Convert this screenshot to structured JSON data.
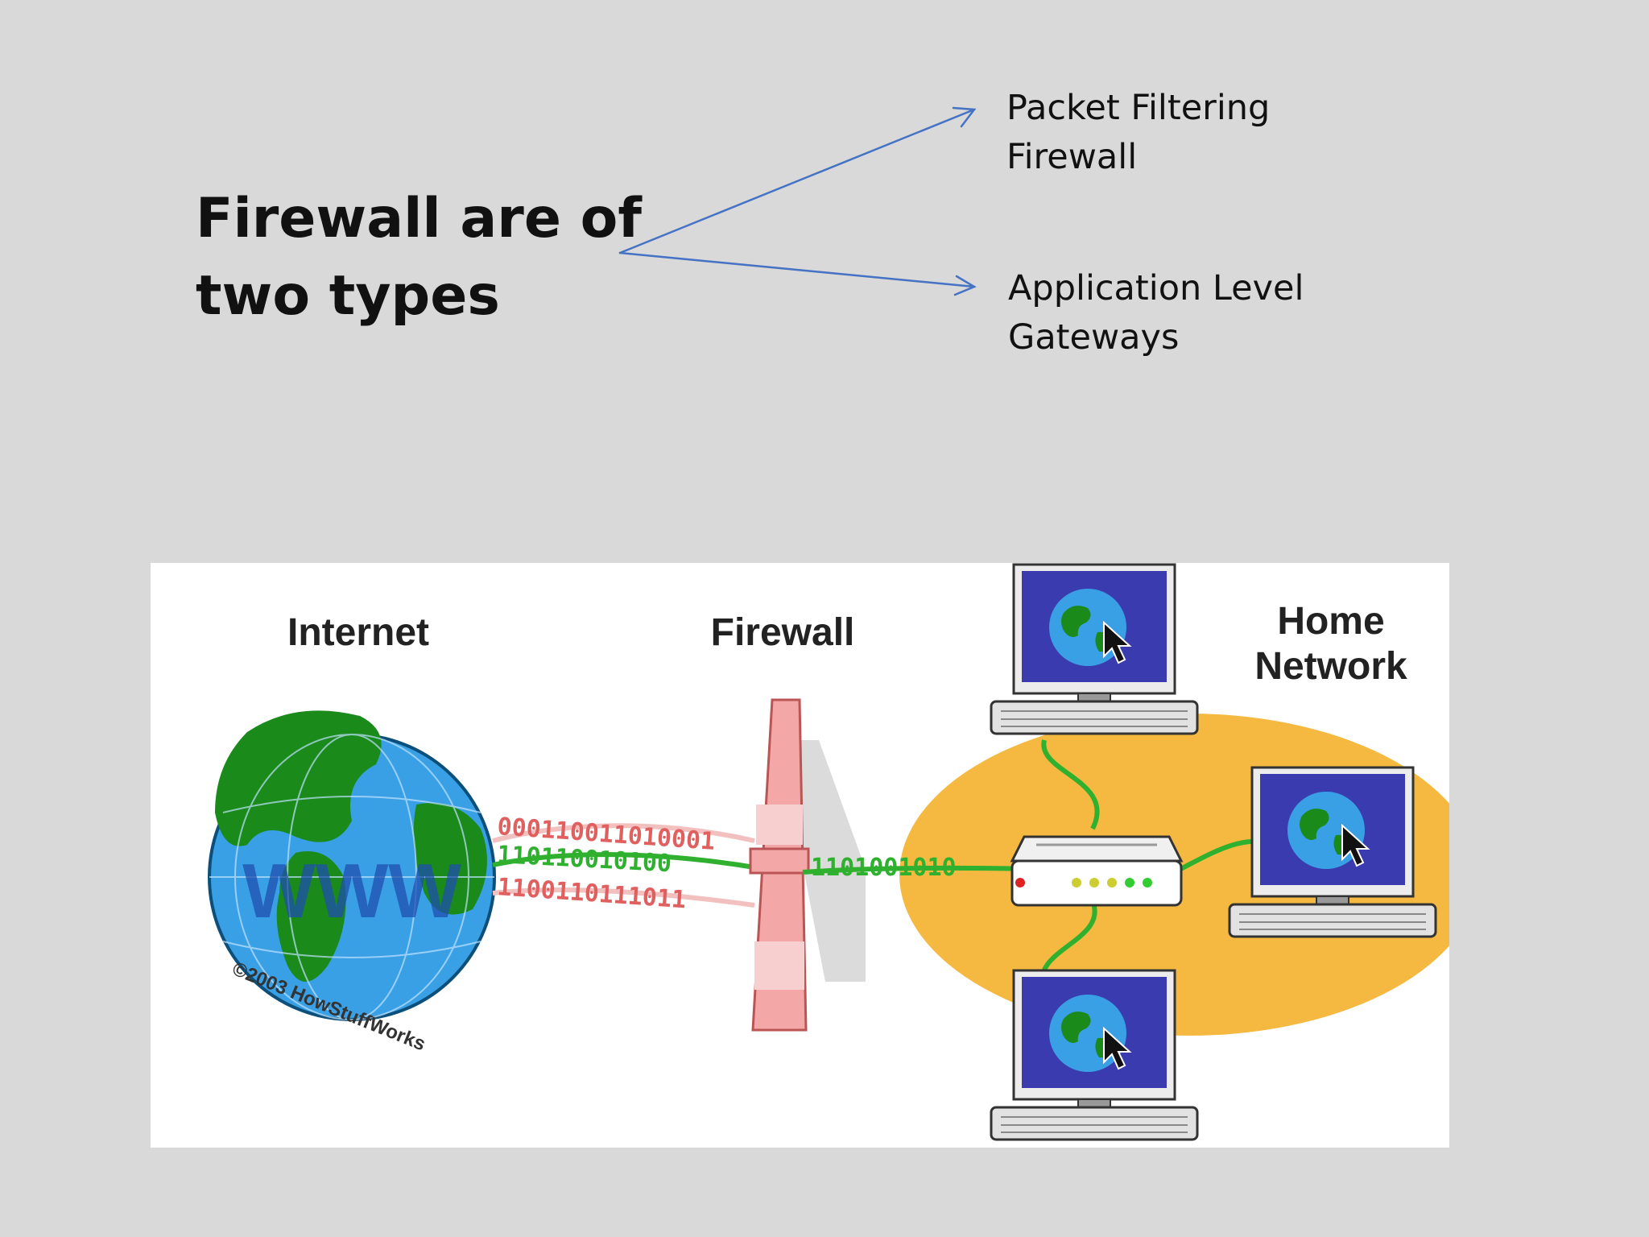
{
  "heading": {
    "line1": "Firewall are of",
    "line2": "two types"
  },
  "branches": [
    {
      "line1": "Packet Filtering",
      "line2": "Firewall"
    },
    {
      "line1": "Application Level",
      "line2": "Gateways"
    }
  ],
  "illustration": {
    "internet_label": "Internet",
    "firewall_label": "Firewall",
    "home_label_line1": "Home",
    "home_label_line2": "Network",
    "globe_text": "WWW",
    "copyright": "©2003 HowStuffWorks",
    "bits_top": "000110011010001",
    "bits_middle": "110110010100",
    "bits_bottom": "1100110111011",
    "bits_inside": "1101001010",
    "colors": {
      "arrow": "#4472c4",
      "globe_water": "#3aa0e6",
      "globe_land": "#1a8a1a",
      "bits_blocked": "#e06060",
      "bits_allowed": "#2fb02f",
      "firewall": "#f4a7a7",
      "home_network": "#f5b941",
      "monitor_screen": "#3b3bb0"
    }
  }
}
